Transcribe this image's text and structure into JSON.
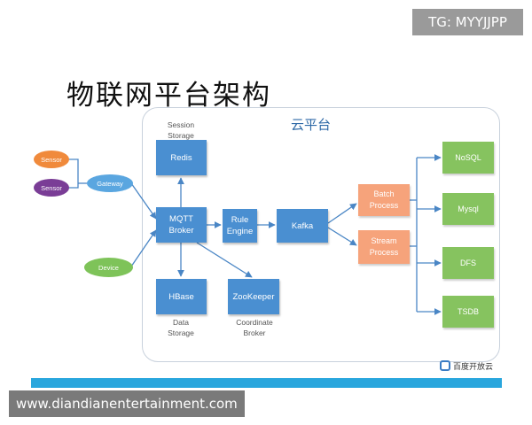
{
  "header": {
    "title": "物联网平台架构",
    "tag": "TG: MYYJJPP"
  },
  "footer": {
    "watermark": "www.diandianentertainment.com",
    "logo_text": "百度开放云"
  },
  "diagram": {
    "cloud_label": "云平台",
    "captions": {
      "session_storage": "Session Storage",
      "data_storage": "Data Storage",
      "coordinate_broker": "Coordinate Broker"
    },
    "nodes": {
      "sensor1": "Sensor",
      "sensor2": "Sensor",
      "gateway": "Gateway",
      "device": "Device",
      "redis": "Redis",
      "mqtt": "MQTT Broker",
      "rule": "Rule Engine",
      "kafka": "Kafka",
      "hbase": "HBase",
      "zookeeper": "ZooKeeper",
      "batch": "Batch Process",
      "stream": "Stream Process",
      "nosql": "NoSQL",
      "mysql": "Mysql",
      "dfs": "DFS",
      "tsdb": "TSDB"
    },
    "colors": {
      "service": "#4a8fd1",
      "process": "#f6a37b",
      "storage": "#86c35f",
      "sensor1": "#f08a3c",
      "sensor2": "#7a3d96",
      "gateway": "#5aa6e0",
      "device": "#7ec359"
    }
  }
}
